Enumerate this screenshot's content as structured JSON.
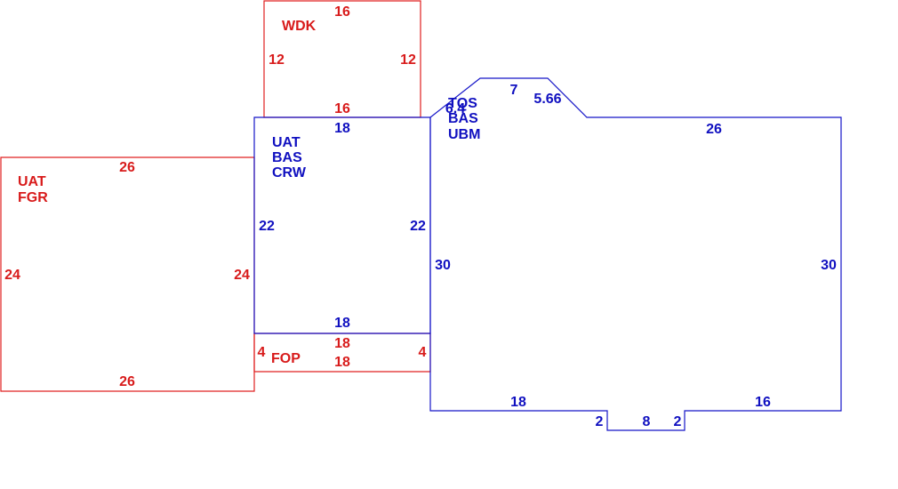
{
  "colors": {
    "red": "#d81b1b",
    "blue": "#1010c0"
  },
  "areas": {
    "wdk": {
      "codes": [
        "WDK"
      ],
      "dims": {
        "top": "16",
        "left": "12",
        "right": "12",
        "bottom": "16"
      }
    },
    "uat_crw": {
      "codes": [
        "UAT",
        "BAS",
        "CRW"
      ],
      "dims": {
        "top": "18",
        "left": "22",
        "right": "22",
        "bottom": "18"
      }
    },
    "uat_fgr": {
      "codes": [
        "UAT",
        "FGR"
      ],
      "dims": {
        "top": "26",
        "left": "24",
        "right": "24",
        "bottom": "26"
      }
    },
    "fop": {
      "codes": [
        "FOP"
      ],
      "dims": {
        "top": "18",
        "left": "4",
        "right": "4",
        "bottom": "18"
      }
    },
    "main": {
      "codes": [
        "TQS",
        "BAS",
        "UBM"
      ],
      "dims": {
        "diag_left": "6.4",
        "top_short": "7",
        "diag_right": "5.66",
        "top": "26",
        "left": "30",
        "right": "30",
        "bottom_left": "18",
        "bump_left": "2",
        "bump_bottom": "8",
        "bump_right": "2",
        "bottom_right": "16"
      }
    }
  }
}
